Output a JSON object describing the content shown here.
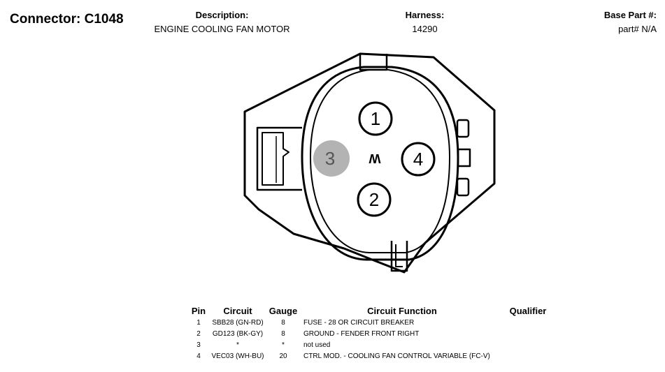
{
  "connector": {
    "title": "Connector: C1048"
  },
  "description": {
    "label": "Description:",
    "value": "ENGINE COOLING FAN MOTOR"
  },
  "harness": {
    "label": "Harness:",
    "value": "14290"
  },
  "base_part": {
    "label": "Base Part #:",
    "value": "part# N/A"
  },
  "diagram": {
    "pin_labels": [
      "1",
      "2",
      "3",
      "4"
    ],
    "center_marker": "W",
    "highlighted_pin": "3"
  },
  "pin_table": {
    "headers": {
      "pin": "Pin",
      "circuit": "Circuit",
      "gauge": "Gauge",
      "function": "Circuit Function",
      "qualifier": "Qualifier"
    },
    "rows": [
      {
        "pin": "1",
        "circuit": "SBB28 (GN-RD)",
        "gauge": "8",
        "function": "FUSE - 28 OR CIRCUIT BREAKER",
        "qualifier": ""
      },
      {
        "pin": "2",
        "circuit": "GD123 (BK-GY)",
        "gauge": "8",
        "function": "GROUND - FENDER FRONT RIGHT",
        "qualifier": ""
      },
      {
        "pin": "3",
        "circuit": "*",
        "gauge": "*",
        "function": "not used",
        "qualifier": ""
      },
      {
        "pin": "4",
        "circuit": "VEC03 (WH-BU)",
        "gauge": "20",
        "function": "CTRL MOD. - COOLING FAN CONTROL VARIABLE (FC-V)",
        "qualifier": ""
      }
    ]
  }
}
